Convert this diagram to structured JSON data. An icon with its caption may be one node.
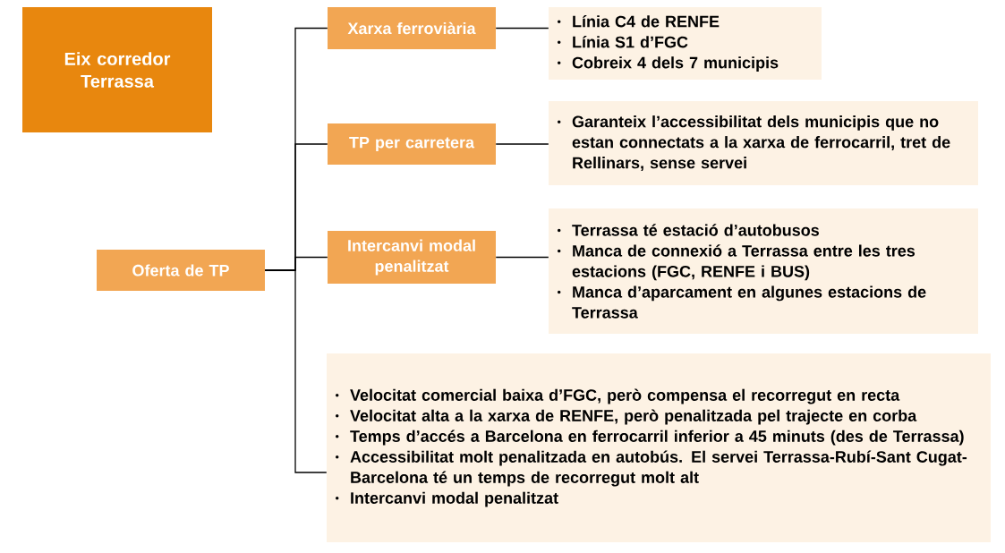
{
  "diagram": {
    "nodes": [
      {
        "text": [
          "Eix corredor Terrassa"
        ]
      },
      {
        "text": [
          "Oferta de TP"
        ]
      },
      {
        "text": [
          "Xarxa ferroviària"
        ]
      },
      {
        "text": [
          "TP per carretera"
        ]
      },
      {
        "text": [
          "Intercanvi modal penalitzat"
        ]
      },
      {
        "text": [
          "Línia C4 de RENFE",
          "Línia S1 d’FGC",
          "Cobreix 4 dels 7 municipis"
        ]
      },
      {
        "text": [
          "Garanteix l’accessibilitat dels municipis que no estan connectats a la xarxa de ferrocarril, tret de Rellinars, sense servei"
        ]
      },
      {
        "text": [
          "Terrassa té estació d’autobusos",
          "Manca de connexió a Terrassa entre les tres estacions (FGC, RENFE i BUS)",
          "Manca d’aparcament en algunes estacions de Terrassa"
        ]
      },
      {
        "text": [
          "Velocitat comercial baixa d’FGC, però compensa el recorregut en recta",
          "Velocitat alta a la xarxa de RENFE, però penalitzada pel trajecte en corba",
          "Temps d’accés a Barcelona en ferrocarril inferior a 45 minuts (des de Terrassa)",
          "Accessibilitat molt penalitzada en autobús. El servei Terrassa-Rubí-Sant Cugat-Barcelona té un temps de recorregut molt alt",
          "Intercanvi modal penalitzat"
        ]
      }
    ],
    "edges": [
      {
        "from": 1,
        "to": 2,
        "arrow": "none"
      },
      {
        "from": 1,
        "to": 3,
        "arrow": "none"
      },
      {
        "from": 1,
        "to": 4,
        "arrow": "none"
      },
      {
        "from": 1,
        "to": 8,
        "arrow": "none"
      },
      {
        "from": 2,
        "to": 5,
        "arrow": "none"
      },
      {
        "from": 3,
        "to": 6,
        "arrow": "none"
      },
      {
        "from": 4,
        "to": 7,
        "arrow": "none"
      }
    ]
  }
}
